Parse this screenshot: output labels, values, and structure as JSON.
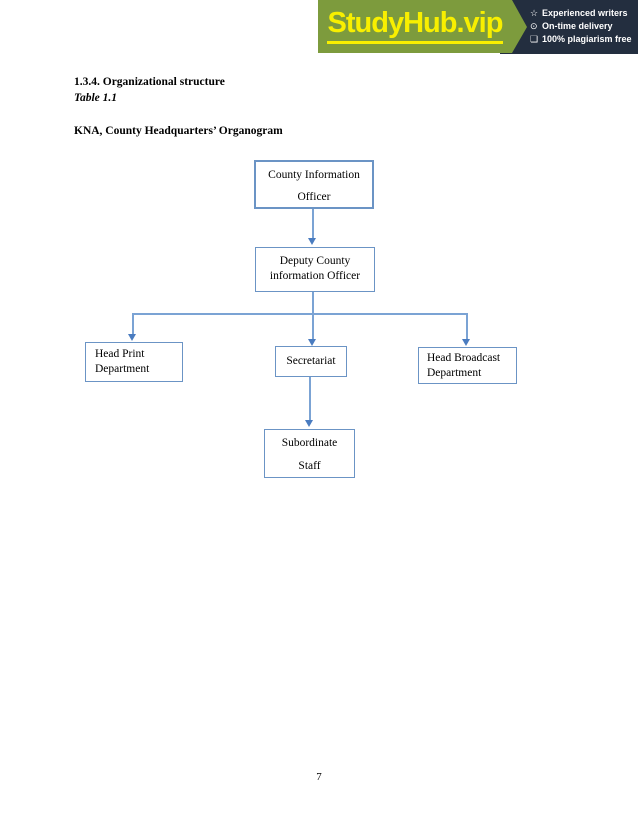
{
  "banner": {
    "logo_text": "StudyHub.vip",
    "features": [
      {
        "name": "experienced-writers",
        "glyph": "☆",
        "label": "Experienced writers"
      },
      {
        "name": "on-time-delivery",
        "glyph": "⊙",
        "label": "On-time delivery"
      },
      {
        "name": "plagiarism-free",
        "glyph": "❏",
        "label": "100% plagiarism free"
      }
    ],
    "colors": {
      "green": "#7d9b3d",
      "yellow": "#f8ef00",
      "navy": "#232e3f"
    }
  },
  "document": {
    "section_heading": "1.3.4. Organizational structure",
    "table_caption": "Table 1.1",
    "chart_title": "KNA, County Headquarters’ Organogram",
    "page_number": "7"
  },
  "org_chart": {
    "nodes": {
      "cio": {
        "lines": [
          "County Information",
          "Officer"
        ]
      },
      "deputy": {
        "lines": [
          "Deputy County",
          "information Officer"
        ]
      },
      "head_print": {
        "lines": [
          "Head Print",
          "Department"
        ]
      },
      "secretariat": {
        "lines": [
          "Secretariat"
        ]
      },
      "head_broadcast": {
        "lines": [
          "Head Broadcast",
          "Department"
        ]
      },
      "subordinate_staff": {
        "lines": [
          "Subordinate",
          "Staff"
        ]
      }
    },
    "colors": {
      "box_border": "#6b94c5",
      "line": "#7ba3d4",
      "arrow": "#4a7cc0"
    }
  }
}
